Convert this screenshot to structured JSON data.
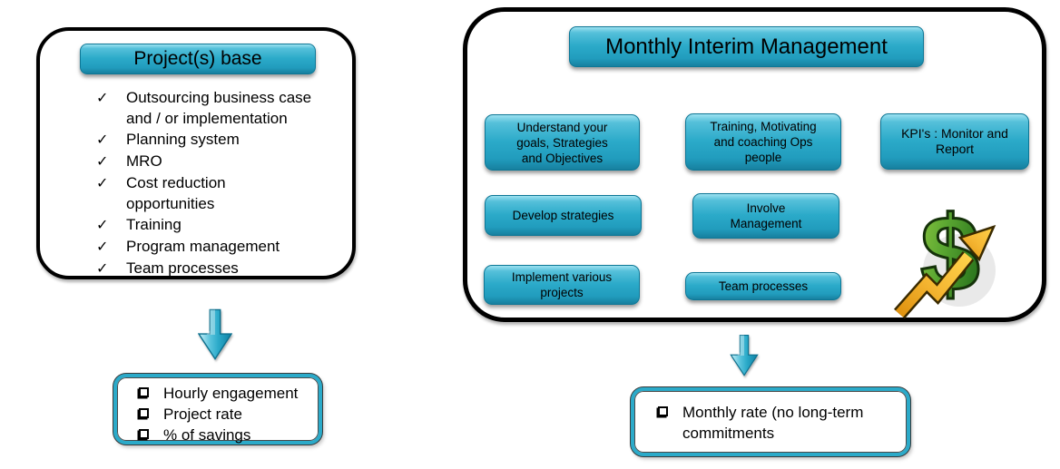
{
  "colors": {
    "accent_teal": "#2BAAC9",
    "teal_highlight": "#9CE1F0",
    "teal_shadow": "#17809F",
    "outline_black": "#000000",
    "dollar_green": "#5CA832",
    "arrow_gold": "#F2A71B"
  },
  "left_panel": {
    "title": "Project(s) base",
    "items": [
      "Outsourcing business case\nand / or implementation",
      "Planning system",
      "MRO",
      "Cost reduction\nopportunities",
      "Training",
      "Program management",
      "Team processes"
    ]
  },
  "left_outcome": {
    "items": [
      "Hourly engagement",
      "Project rate",
      "% of savings"
    ]
  },
  "right_panel": {
    "title": "Monthly Interim Management",
    "buttons": [
      "Understand your\ngoals, Strategies\nand Objectives",
      "Training, Motivating\nand coaching Ops\npeople",
      "KPI's : Monitor and\nReport",
      "Develop  strategies",
      "Involve\nManagement",
      "Implement various\nprojects",
      "Team processes"
    ]
  },
  "right_outcome": {
    "items": [
      "Monthly rate (no long-term\ncommitments"
    ]
  },
  "icons": {
    "check": "✓",
    "dollar": "$"
  }
}
